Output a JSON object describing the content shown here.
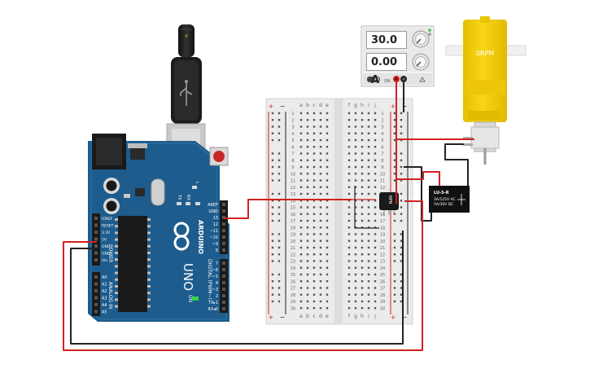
{
  "canvas": {
    "background": "#ffffff"
  },
  "psu": {
    "voltage": "30.0 V",
    "current": "0.00 A",
    "mode_label": "ON"
  },
  "motor": {
    "rpm": "0RPM",
    "color": "#f5d20c"
  },
  "relay": {
    "model": "LU-5-R",
    "line1": "3A/125V AC",
    "line2": "5A/30V DC"
  },
  "transistor": {
    "label": "NPN"
  },
  "arduino": {
    "brand": "ARDUINO",
    "model": "UNO",
    "on_label": "ON",
    "tx": "TX",
    "rx": "RX",
    "l": "L",
    "digital_header": "DIGITAL (PWM~)",
    "power_header": "POWER",
    "analog_header": "ANALOG IN",
    "top_pins": [
      "AREF",
      "GND",
      "13",
      "12",
      "~11",
      "~10",
      "~9",
      "8"
    ],
    "bottom_pins": [
      "7",
      "~6",
      "~5",
      "4",
      "~3",
      "2",
      "TX▸1",
      "RX◂0"
    ],
    "power_pins": [
      "IOREF",
      "RESET",
      "3.3V",
      "5V",
      "GND",
      "GND",
      "Vin"
    ],
    "analog_pins": [
      "A0",
      "A1",
      "A2",
      "A3",
      "A4",
      "A5"
    ],
    "color": "#1d5c8c"
  },
  "breadboard": {
    "columns_left": [
      "a",
      "b",
      "c",
      "d",
      "e"
    ],
    "columns_right": [
      "f",
      "g",
      "h",
      "i",
      "j"
    ],
    "row_numbers": [
      "1",
      "2",
      "3",
      "4",
      "5",
      "6",
      "7",
      "8",
      "9",
      "10",
      "11",
      "12",
      "13",
      "14",
      "15",
      "16",
      "17",
      "18",
      "19",
      "20",
      "21",
      "22",
      "23",
      "24",
      "25",
      "26",
      "27",
      "28",
      "29",
      "30"
    ],
    "rail_plus": "+",
    "rail_minus": "−"
  },
  "wires": {
    "red": "#d42020",
    "black": "#222222"
  }
}
